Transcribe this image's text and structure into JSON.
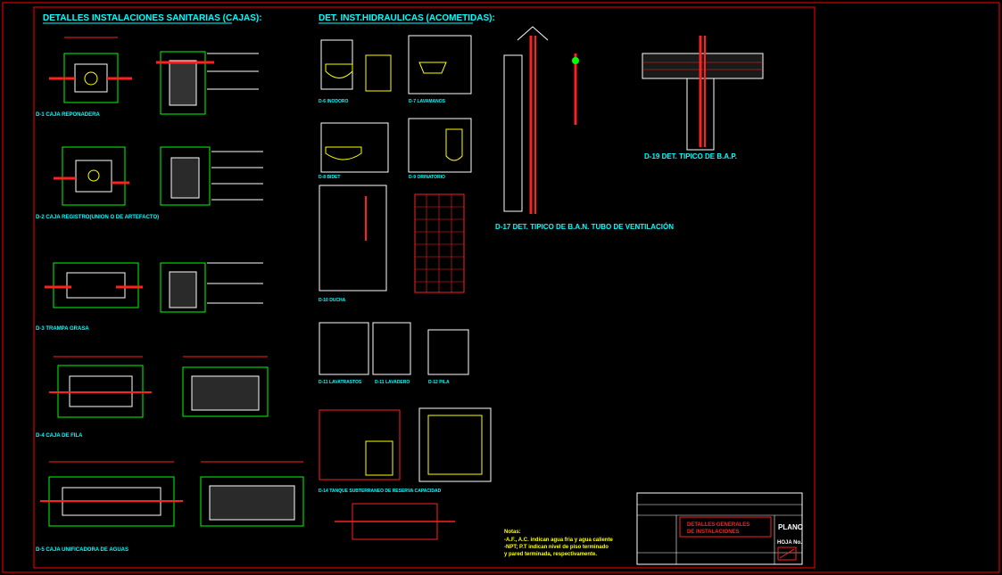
{
  "sheet": {
    "left_title": "DETALLES INSTALACIONES SANITARIAS (CAJAS):",
    "middle_title": "DET. INST.HIDRAULICAS (ACOMETIDAS):",
    "colors": {
      "background": "#000000",
      "border": "#ff0000",
      "cyan": "#00ffff",
      "green": "#00ff00",
      "white": "#ffffff",
      "red": "#ff2020",
      "yellow": "#ffff00"
    }
  },
  "left_details": [
    "D-1 CAJA REPONADERA",
    "D-2 CAJA REGISTRO(UNION O DE ARTEFACTO)",
    "D-3 TRAMPA GRASA",
    "D-4 CAJA DE FILA",
    "D-5 CAJA UNIFICADORA DE AGUAS"
  ],
  "mid_labels": [
    "D-6 INODORO",
    "D-7 LAVAMANOS",
    "D-8 BIDET",
    "D-9 ORINATORIO",
    "D-10 DUCHA",
    "D-11 LAVATRASTOS",
    "D-11 LAVADERO",
    "D-12 PILA",
    "D-14 TANQUE SUBTERRANEO DE RESERVA CAPACIDAD"
  ],
  "d17_title": "D-17 DET. TIPICO DE B.A.N. TUBO DE VENTILACIÓN",
  "d19_title": "D-19 DET. TIPICO DE B.A.P.",
  "notes": {
    "heading": "Notas:",
    "lines": [
      "-A.F., A.C. indican agua fria y agua caliente",
      "-NPT; P.T indican nivel de piso terminado",
      "y pared terminada, respectivamente."
    ]
  },
  "title_block": {
    "main_title_1": "DETALLES GENERALES",
    "main_title_2": "DE INSTALACIONES",
    "plano_label": "PLANO",
    "hoja_label": "HOJA No."
  }
}
